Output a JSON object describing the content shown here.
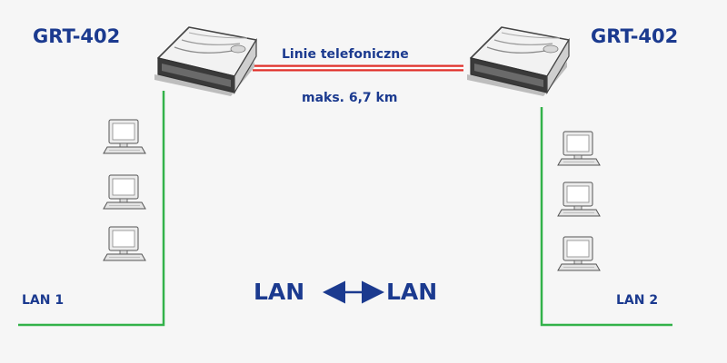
{
  "diagram": {
    "left_device": {
      "name": "GRT-402"
    },
    "right_device": {
      "name": "GRT-402"
    },
    "link": {
      "label": "Linie telefoniczne",
      "distance": "maks. 6,7 km"
    },
    "left_lan": {
      "label": "LAN 1"
    },
    "right_lan": {
      "label": "LAN 2"
    },
    "center": {
      "left": "LAN",
      "right": "LAN"
    }
  },
  "colors": {
    "background": "#f6f6f6",
    "text": "#1b3a8f",
    "lan_cable": "#33b24a",
    "phone_line_outer": "#e0302a",
    "phone_line_inner": "#ffffff",
    "arrow": "#1b3a8f"
  },
  "icons": {
    "device": "modem-router-icon",
    "computer": "desktop-computer-icon",
    "arrow": "double-arrow-icon"
  }
}
